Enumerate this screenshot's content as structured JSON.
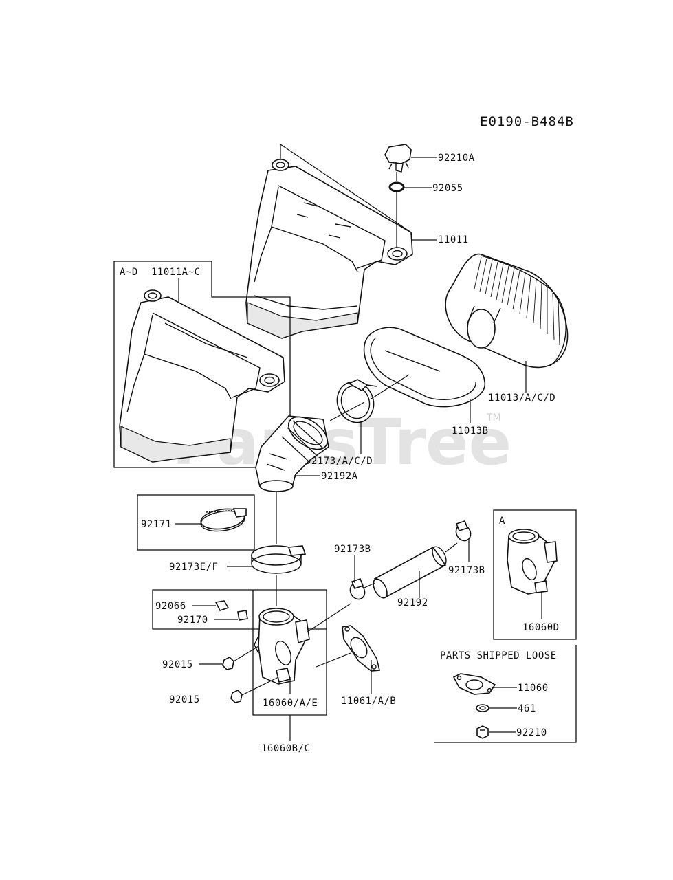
{
  "diagram_code": "E0190-B484B",
  "watermark": "PartsTree",
  "watermark_tm": "TM",
  "labels": {
    "p92210A": "92210A",
    "p92055": "92055",
    "p11011": "11011",
    "p11011AC": "11011A~C",
    "boxAD": "A~D",
    "p11013ACD": "11013/A/C/D",
    "p11013B": "11013B",
    "p92173ACD": "92173/A/C/D",
    "p92192A": "92192A",
    "p92171": "92171",
    "p92173EF": "92173E/F",
    "p92173B_left": "92173B",
    "p92173B_right": "92173B",
    "p92192": "92192",
    "p92066": "92066",
    "p92170": "92170",
    "p92015_a": "92015",
    "p92015_b": "92015",
    "p16060AE": "16060/A/E",
    "p16060BC": "16060B/C",
    "p11061AB": "11061/A/B",
    "boxA": "A",
    "p16060D": "16060D",
    "loose_title": "PARTS SHIPPED LOOSE",
    "p11060": "11060",
    "p461": "461",
    "p92210": "92210"
  }
}
